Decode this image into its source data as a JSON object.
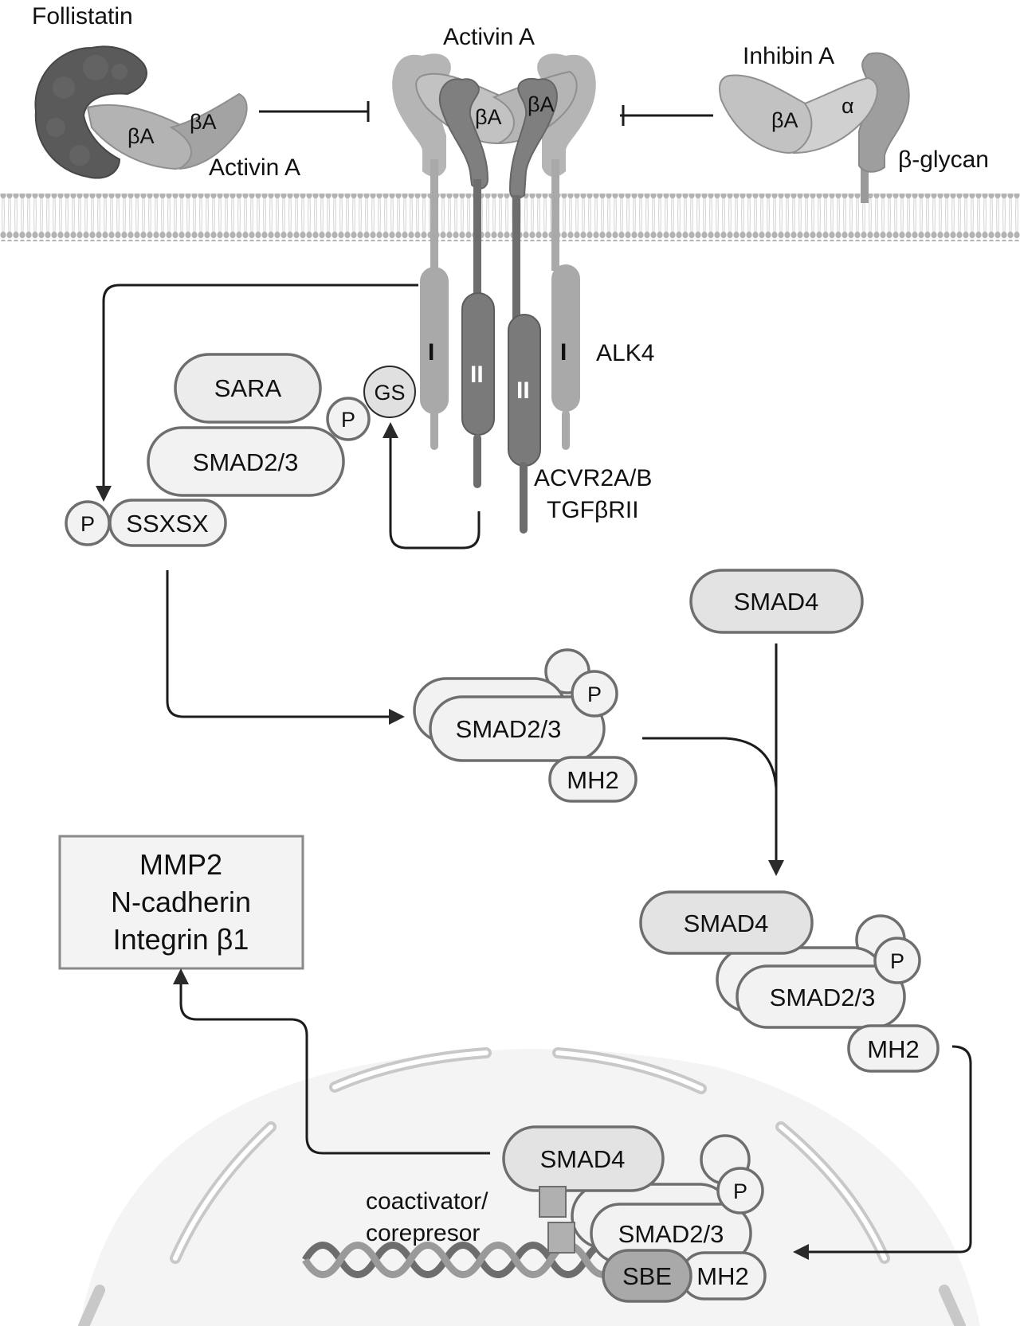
{
  "figure": {
    "title": "Activin A / SMAD signaling pathway",
    "colors": {
      "ligand_light": "#c9c9c9",
      "ligand_mid": "#a6a6a6",
      "follistatin": "#555555",
      "receptor_type_I": "#a9a9a9",
      "receptor_type_II": "#7a7a7a",
      "membrane": "#b5b5b5",
      "smad_fill": "#ececec",
      "outline": "#6e6e6e",
      "arrow": "#1c1c1c",
      "nucleus": "#f4f4f4"
    }
  },
  "extracellular": {
    "follistatin_label": "Follistatin",
    "follistatin_bound_ligand": {
      "label": "Activin A",
      "subunits": [
        "βA",
        "βA"
      ]
    },
    "activin_label": "Activin A",
    "activin_subunits": [
      "βA",
      "βA"
    ],
    "inhibin": {
      "label": "Inhibin A",
      "subunits": [
        "βA",
        "α"
      ]
    },
    "betaglycan_label": "β-glycan"
  },
  "receptors": {
    "type_I_symbol": "I",
    "type_II_symbol": "II",
    "alk4_label": "ALK4",
    "type_II_label_line1": "ACVR2A/B",
    "type_II_label_line2": "TGFβRII"
  },
  "cytoplasm": {
    "sara_complex": {
      "sara": "SARA",
      "smad": "SMAD2/3",
      "motif": "SSXSX",
      "phospho": "P",
      "gs_domain": "GS",
      "gs_phospho": "P"
    },
    "phospho_smad": {
      "smad": "SMAD2/3",
      "phospho": "P",
      "domain": "MH2"
    },
    "free_smad4": "SMAD4",
    "smad_complex": {
      "smad4": "SMAD4",
      "smad": "SMAD2/3",
      "phospho": "P",
      "domain": "MH2"
    }
  },
  "nucleus": {
    "smad4": "SMAD4",
    "smad": "SMAD2/3",
    "phospho": "P",
    "sbe": "SBE",
    "domain": "MH2",
    "cofactor_line1": "coactivator/",
    "cofactor_line2": "corepresor"
  },
  "target_genes": {
    "lines": [
      "MMP2",
      "N-cadherin",
      "Integrin β1"
    ]
  }
}
